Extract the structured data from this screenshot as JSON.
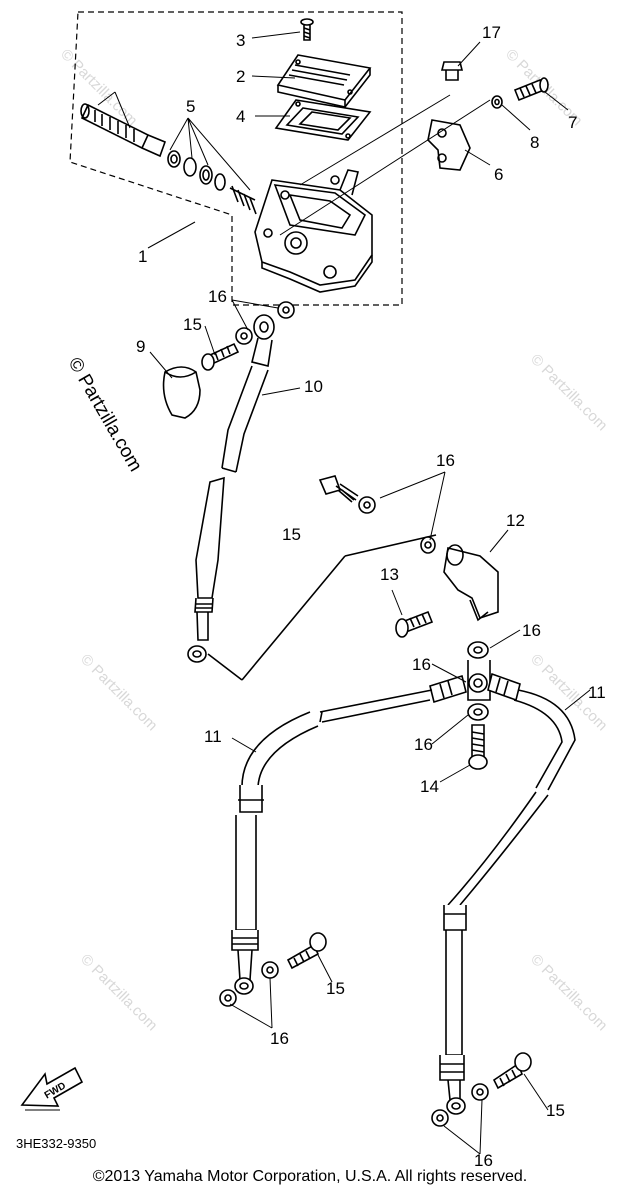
{
  "diagram": {
    "part_number_code": "3HE332-9350",
    "fwd_badge": "FWD",
    "watermark": "© Partzilla.com",
    "labels": [
      {
        "id": "3",
        "text": "3"
      },
      {
        "id": "2",
        "text": "2"
      },
      {
        "id": "5",
        "text": "5"
      },
      {
        "id": "4",
        "text": "4"
      },
      {
        "id": "17",
        "text": "17"
      },
      {
        "id": "7",
        "text": "7"
      },
      {
        "id": "8",
        "text": "8"
      },
      {
        "id": "6",
        "text": "6"
      },
      {
        "id": "1",
        "text": "1"
      },
      {
        "id": "16a",
        "text": "16"
      },
      {
        "id": "15a",
        "text": "15"
      },
      {
        "id": "9",
        "text": "9"
      },
      {
        "id": "10",
        "text": "10"
      },
      {
        "id": "16b",
        "text": "16"
      },
      {
        "id": "15b",
        "text": "15"
      },
      {
        "id": "12",
        "text": "12"
      },
      {
        "id": "13",
        "text": "13"
      },
      {
        "id": "16c",
        "text": "16"
      },
      {
        "id": "16d",
        "text": "16"
      },
      {
        "id": "11a",
        "text": "11"
      },
      {
        "id": "11b",
        "text": "11"
      },
      {
        "id": "16e",
        "text": "16"
      },
      {
        "id": "14",
        "text": "14"
      },
      {
        "id": "15c",
        "text": "15"
      },
      {
        "id": "16f",
        "text": "16"
      },
      {
        "id": "15d",
        "text": "15"
      },
      {
        "id": "16g",
        "text": "16"
      }
    ]
  },
  "footer": {
    "copyright": "©2013  Yamaha Motor Corporation, U.S.A. All rights reserved."
  }
}
